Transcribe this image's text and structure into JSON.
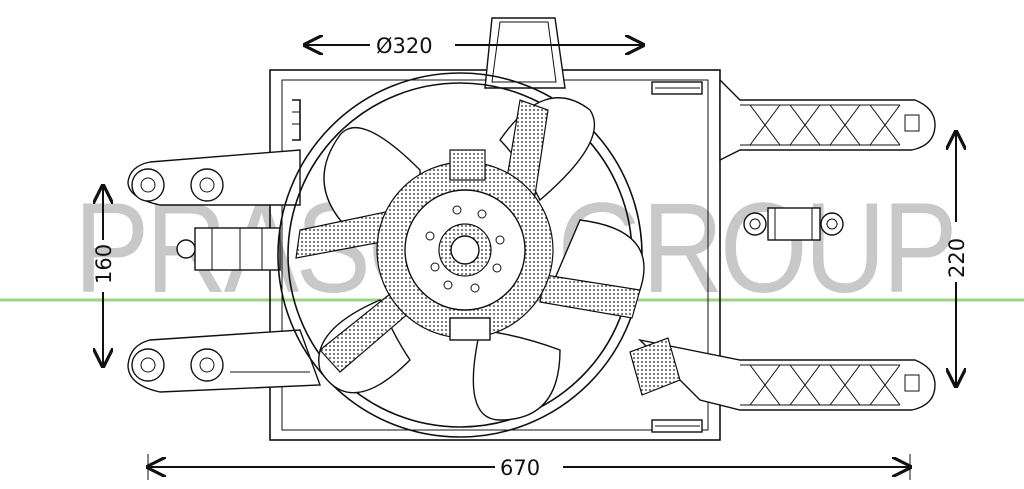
{
  "watermark": {
    "text": "PRASCO GROUP"
  },
  "dimensions": {
    "diameter": "Ø320",
    "width": "670",
    "left_height": "160",
    "right_height": "220"
  },
  "colors": {
    "line": "#111111",
    "watermark": "#c8c8c8",
    "guide_line": "#9ad38a"
  }
}
